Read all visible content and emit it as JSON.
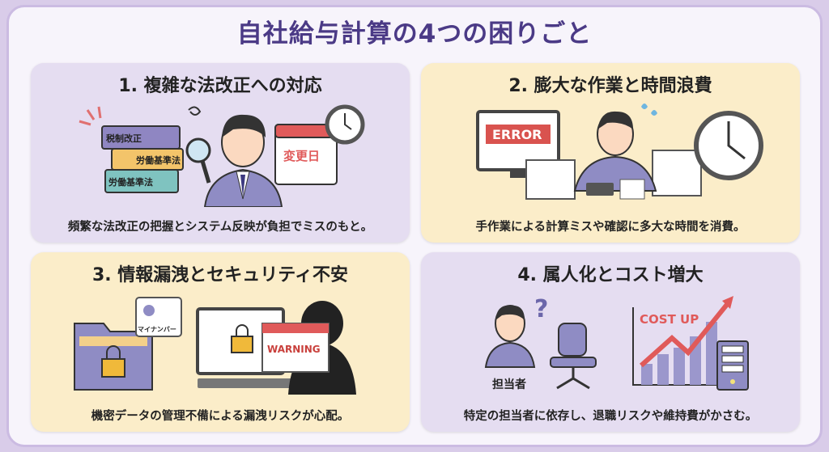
{
  "title": "自社給与計算の4つの困りごと",
  "panels": [
    {
      "heading": "1. 複雑な法改正への対応",
      "description": "頻繁な法改正の把握とシステム反映が負担でミスのもと。",
      "labels": {
        "book1": "税制改正",
        "book2": "労働基準法",
        "book3": "労働基準法",
        "calendar": "変更日"
      }
    },
    {
      "heading": "2. 膨大な作業と時間浪費",
      "description": "手作業による計算ミスや確認に多大な時間を消費。",
      "labels": {
        "screen": "ERROR"
      }
    },
    {
      "heading": "3. 情報漏洩とセキュリティ不安",
      "description": "機密データの管理不備による漏洩リスクが心配。",
      "labels": {
        "card": "マイナンバー",
        "warning": "WARNING"
      }
    },
    {
      "heading": "4. 属人化とコスト増大",
      "description": "特定の担当者に依存し、退職リスクや維持費がかさむ。",
      "labels": {
        "person": "担当者",
        "chart": "COST UP"
      }
    }
  ],
  "colors": {
    "title": "#4b3a86",
    "lavender": "#e5ddf1",
    "cream": "#fbedc9",
    "accent_red": "#e05a5a"
  }
}
